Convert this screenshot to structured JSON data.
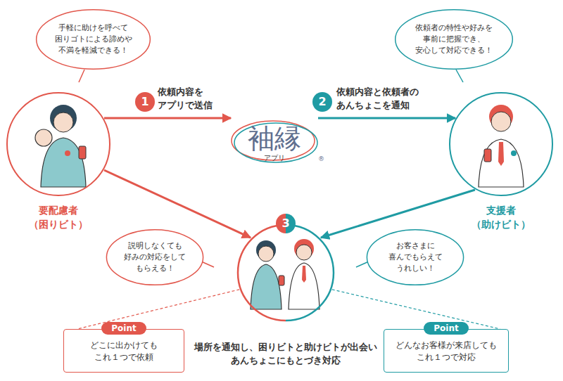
{
  "diagram": {
    "nodes": [
      {
        "text": [
          "手軽に助けを呼べて 困りゴトによる諦めや 不満を軽減できる！"
        ]
      },
      {
        "text": [
          "要配慮者 （困りビト）"
        ]
      },
      {
        "text": [
          "袖縁",
          "アプリ"
        ]
      },
      {
        "text": [
          "依頼者の特性や好みを 事前に把握でき、 安心して対応できる！"
        ]
      },
      {
        "text": [
          "支援者 （助けビト）"
        ]
      },
      {
        "text": [
          "3",
          "場所を通知し、困りビトと助けビトが出会い あんちょこにもとづき対応"
        ]
      },
      {
        "text": [
          "説明しなくても 好みの対応をして もらえる！"
        ]
      },
      {
        "text": [
          "お客さまに 喜んでもらえて うれしい！"
        ]
      },
      {
        "text": [
          "Point",
          "どこに出かけても これ１つで依頼"
        ]
      },
      {
        "text": [
          "Point",
          "どんなお客様が来店しても これ１つで対応"
        ]
      }
    ],
    "edges": [
      {
        "from": 1,
        "to": 2,
        "label": "依頼内容を アプリで送信",
        "arrow": "to"
      },
      {
        "from": 2,
        "to": 4,
        "label": "依頼内容と依頼者の あんちょこを通知",
        "arrow": "to"
      },
      {
        "from": 1,
        "to": 5,
        "arrow": "to"
      },
      {
        "from": 4,
        "to": 5,
        "arrow": "to"
      },
      {
        "from": 5,
        "to": 8,
        "arrow": "none"
      },
      {
        "from": 5,
        "to": 9,
        "arrow": "none"
      }
    ],
    "labels": [
      "1",
      "2",
      "®"
    ]
  }
}
